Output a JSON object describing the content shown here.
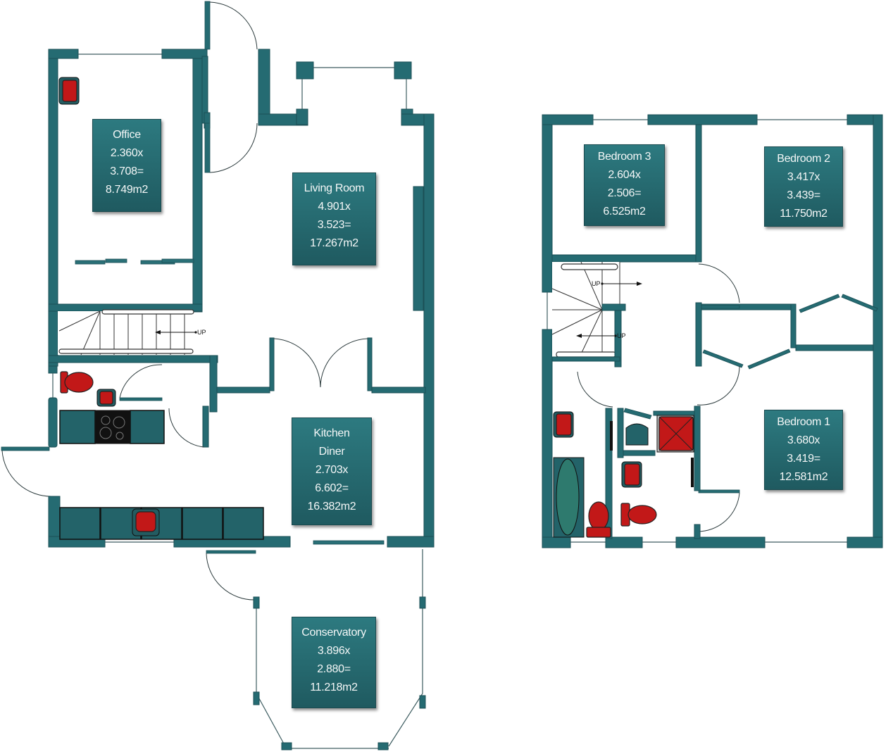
{
  "floors": [
    {
      "name": "ground-floor",
      "rooms": [
        {
          "id": "office",
          "name": "Office",
          "width": "2.360x",
          "length": "3.708=",
          "area": "8.749m2"
        },
        {
          "id": "living-room",
          "name": "Living Room",
          "width": "4.901x",
          "length": "3.523=",
          "area": "17.267m2"
        },
        {
          "id": "kitchen-diner",
          "name": "Kitchen",
          "name2": "Diner",
          "width": "2.703x",
          "length": "6.602=",
          "area": "16.382m2"
        },
        {
          "id": "conservatory",
          "name": "Conservatory",
          "width": "3.896x",
          "length": "2.880=",
          "area": "11.218m2"
        }
      ],
      "stairs": {
        "label": "UP"
      }
    },
    {
      "name": "first-floor",
      "rooms": [
        {
          "id": "bedroom-3",
          "name": "Bedroom 3",
          "width": "2.604x",
          "length": "2.506=",
          "area": "6.525m2"
        },
        {
          "id": "bedroom-2",
          "name": "Bedroom 2",
          "width": "3.417x",
          "length": "3.439=",
          "area": "11.750m2"
        },
        {
          "id": "bedroom-1",
          "name": "Bedroom 1",
          "width": "3.680x",
          "length": "3.419=",
          "area": "12.581m2"
        }
      ],
      "stairs": {
        "label_upper": "UP",
        "label_lower": "UP"
      }
    }
  ],
  "colors": {
    "wall": "#256b72",
    "label_bg": "#2d7a80",
    "fixture_red": "#c21818"
  }
}
